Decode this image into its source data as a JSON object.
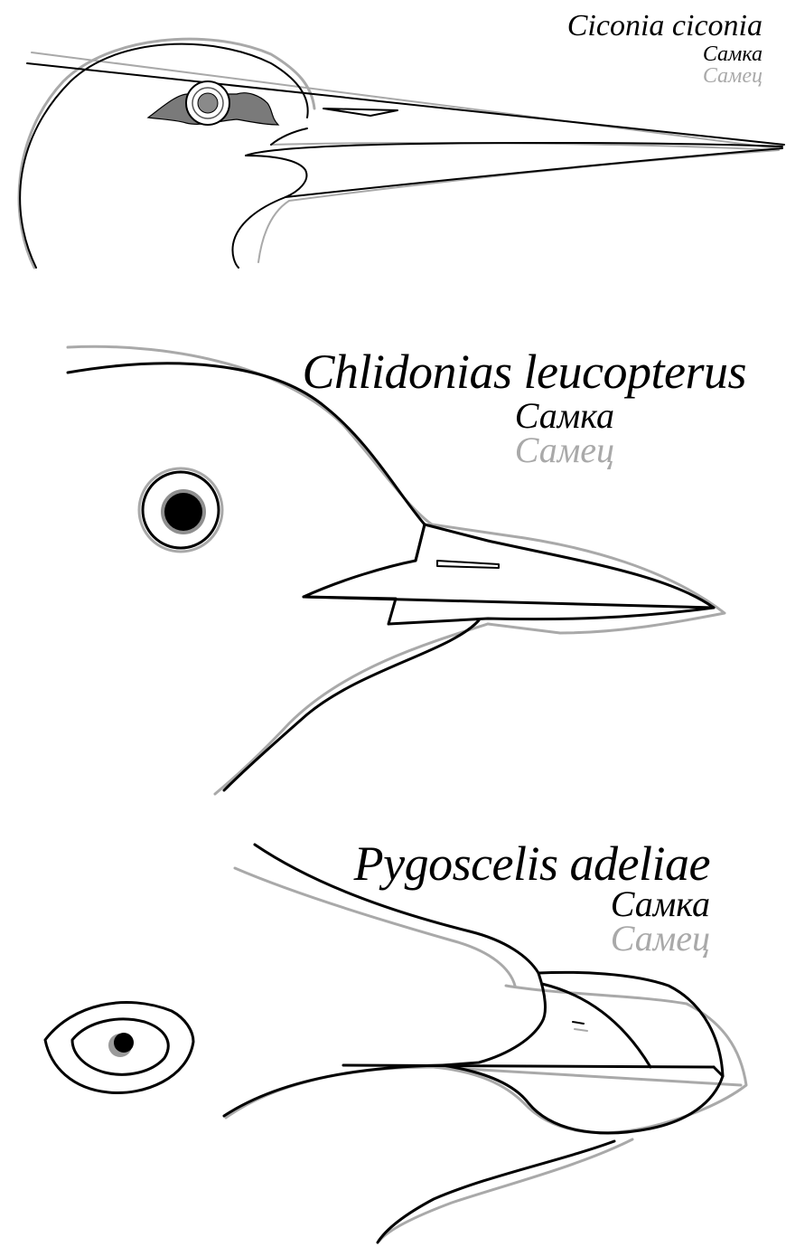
{
  "colors": {
    "female": "#000000",
    "male": "#a9a9a9",
    "eye_patch": "#7a7a7a",
    "background": "#ffffff"
  },
  "panels": [
    {
      "species": "Ciconia ciconia",
      "female_label": "Самка",
      "male_label": "Самец"
    },
    {
      "species": "Chlidonias leucopterus",
      "female_label": "Самка",
      "male_label": "Самец"
    },
    {
      "species": "Pygoscelis adeliae",
      "female_label": "Самка",
      "male_label": "Самец"
    }
  ]
}
